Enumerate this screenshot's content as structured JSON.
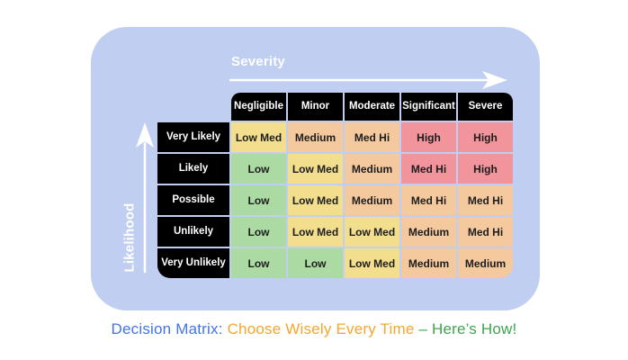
{
  "card": {
    "severity_label": "Severity",
    "likelihood_label": "Likelihood"
  },
  "matrix": {
    "column_headers": [
      "Negligible",
      "Minor",
      "Moderate",
      "Significant",
      "Severe"
    ],
    "rows": [
      {
        "label": "Very Likely",
        "cells": [
          {
            "label": "Low Med",
            "level": "yellow"
          },
          {
            "label": "Medium",
            "level": "orange"
          },
          {
            "label": "Med Hi",
            "level": "orange"
          },
          {
            "label": "High",
            "level": "red"
          },
          {
            "label": "High",
            "level": "red"
          }
        ]
      },
      {
        "label": "Likely",
        "cells": [
          {
            "label": "Low",
            "level": "green"
          },
          {
            "label": "Low Med",
            "level": "yellow"
          },
          {
            "label": "Medium",
            "level": "orange"
          },
          {
            "label": "Med Hi",
            "level": "red"
          },
          {
            "label": "High",
            "level": "red"
          }
        ]
      },
      {
        "label": "Possible",
        "cells": [
          {
            "label": "Low",
            "level": "green"
          },
          {
            "label": "Low Med",
            "level": "yellow"
          },
          {
            "label": "Medium",
            "level": "orange"
          },
          {
            "label": "Med Hi",
            "level": "orange"
          },
          {
            "label": "Med Hi",
            "level": "orange"
          }
        ]
      },
      {
        "label": "Unlikely",
        "cells": [
          {
            "label": "Low",
            "level": "green"
          },
          {
            "label": "Low Med",
            "level": "yellow"
          },
          {
            "label": "Low Med",
            "level": "yellow"
          },
          {
            "label": "Medium",
            "level": "orange"
          },
          {
            "label": "Med Hi",
            "level": "orange"
          }
        ]
      },
      {
        "label": "Very Unlikely",
        "cells": [
          {
            "label": "Low",
            "level": "green"
          },
          {
            "label": "Low",
            "level": "green"
          },
          {
            "label": "Low Med",
            "level": "yellow"
          },
          {
            "label": "Medium",
            "level": "orange"
          },
          {
            "label": "Medium",
            "level": "orange"
          }
        ]
      }
    ]
  },
  "colors": {
    "card_bg": "#BFCEF1",
    "header_bg": "#000000",
    "header_text": "#FFFFFF",
    "cell_text": "#1D1D1D",
    "arrow": "#FFFFFF",
    "green": "#ABDBA2",
    "yellow": "#F2DE8D",
    "orange": "#F5C99E",
    "red": "#F2949C"
  },
  "caption": {
    "segments": [
      {
        "text": "Decision Matrix: ",
        "color": "#4274E9"
      },
      {
        "text": "Choose Wisely Every Time ",
        "color": "#F4A62F"
      },
      {
        "text": "– Here’s How!",
        "color": "#3EA450"
      }
    ]
  }
}
